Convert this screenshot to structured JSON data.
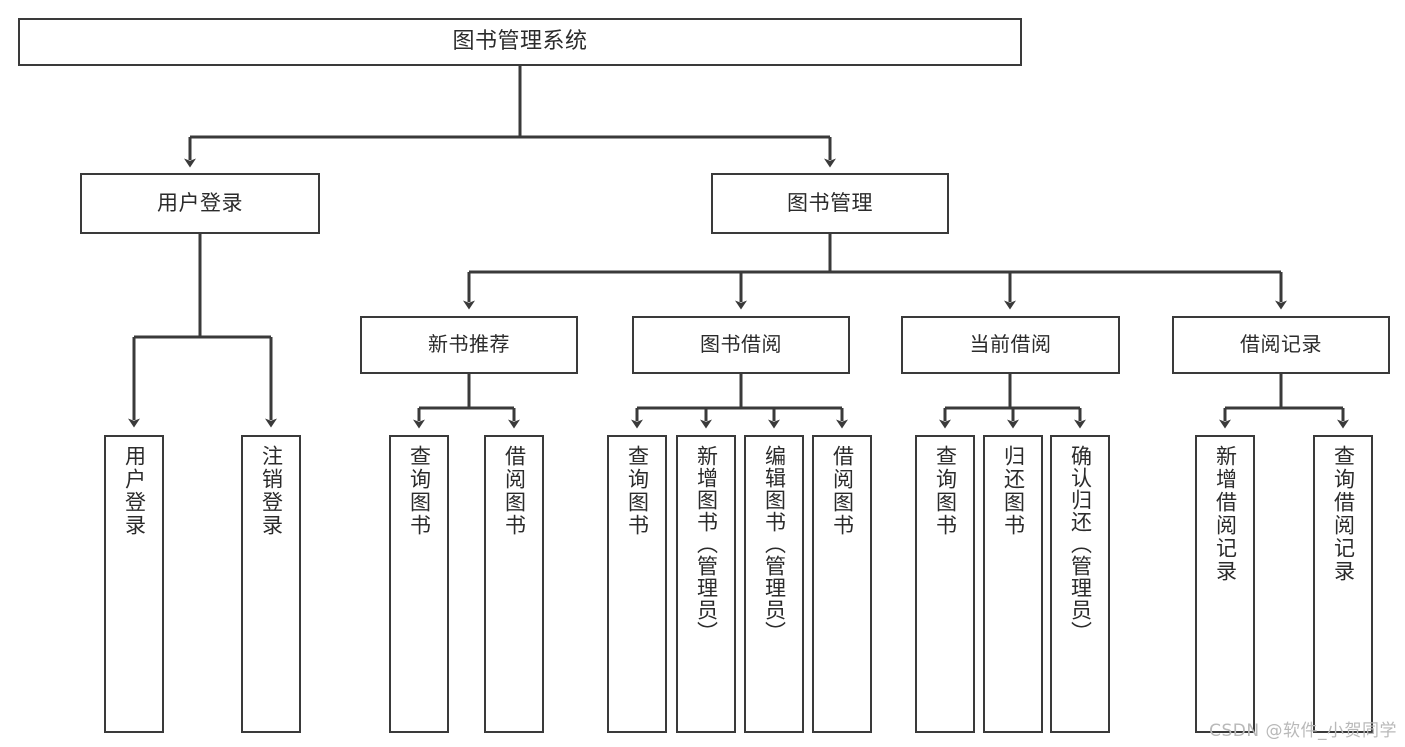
{
  "diagram": {
    "title": "图书管理系统",
    "type": "tree-hierarchy",
    "background_color": "#ffffff",
    "line_color": "#3a3a3a",
    "text_color": "#2b2b2b"
  },
  "root": {
    "label": "图书管理系统"
  },
  "level1": [
    {
      "label": "用户登录"
    },
    {
      "label": "图书管理"
    }
  ],
  "level2": [
    {
      "label": "新书推荐"
    },
    {
      "label": "图书借阅"
    },
    {
      "label": "当前借阅"
    },
    {
      "label": "借阅记录"
    }
  ],
  "leaves": {
    "user_login": [
      {
        "label": "用户登录"
      },
      {
        "label": "注销登录"
      }
    ],
    "new_book": [
      {
        "label": "查询图书"
      },
      {
        "label": "借阅图书"
      }
    ],
    "book_borrow": [
      {
        "label": "查询图书"
      },
      {
        "label": "新增图书（管理员）"
      },
      {
        "label": "编辑图书（管理员）"
      },
      {
        "label": "借阅图书"
      }
    ],
    "current_borrow": [
      {
        "label": "查询图书"
      },
      {
        "label": "归还图书"
      },
      {
        "label": "确认归还（管理员）"
      }
    ],
    "borrow_record": [
      {
        "label": "新增借阅记录"
      },
      {
        "label": "查询借阅记录"
      }
    ]
  },
  "watermark": {
    "text": "CSDN @软件_小贺同学"
  }
}
